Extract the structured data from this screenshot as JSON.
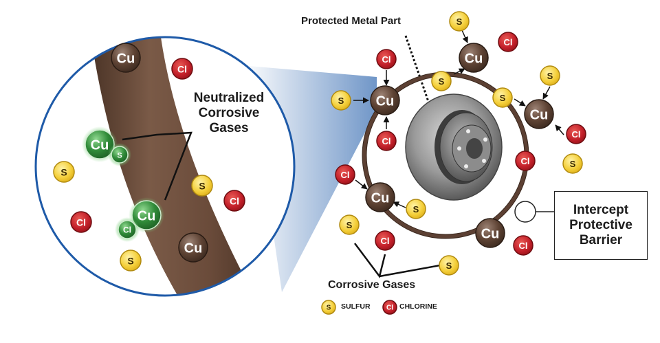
{
  "labels": {
    "neutralized_1": "Neutralized",
    "neutralized_2": "Corrosive",
    "neutralized_3": "Gases",
    "protected": "Protected Metal Part",
    "barrier_1": "Intercept",
    "barrier_2": "Protective",
    "barrier_3": "Barrier",
    "corrosive": "Corrosive Gases",
    "legend_sulfur": "SULFUR",
    "legend_chlorine": "CHLORINE"
  },
  "atoms": {
    "cu": "Cu",
    "s": "S",
    "cl": "Cl"
  },
  "colors": {
    "copper": "#5c4033",
    "band": "#6b4c3b",
    "sulfur": "#f2c830",
    "chlorine": "#c8202a",
    "neutralized": "#2f8a38",
    "zoom_border": "#1e5aa8"
  },
  "icons": [
    "copper-atom",
    "sulfur-atom",
    "chlorine-atom",
    "brake-rotor",
    "zoom-cone"
  ]
}
